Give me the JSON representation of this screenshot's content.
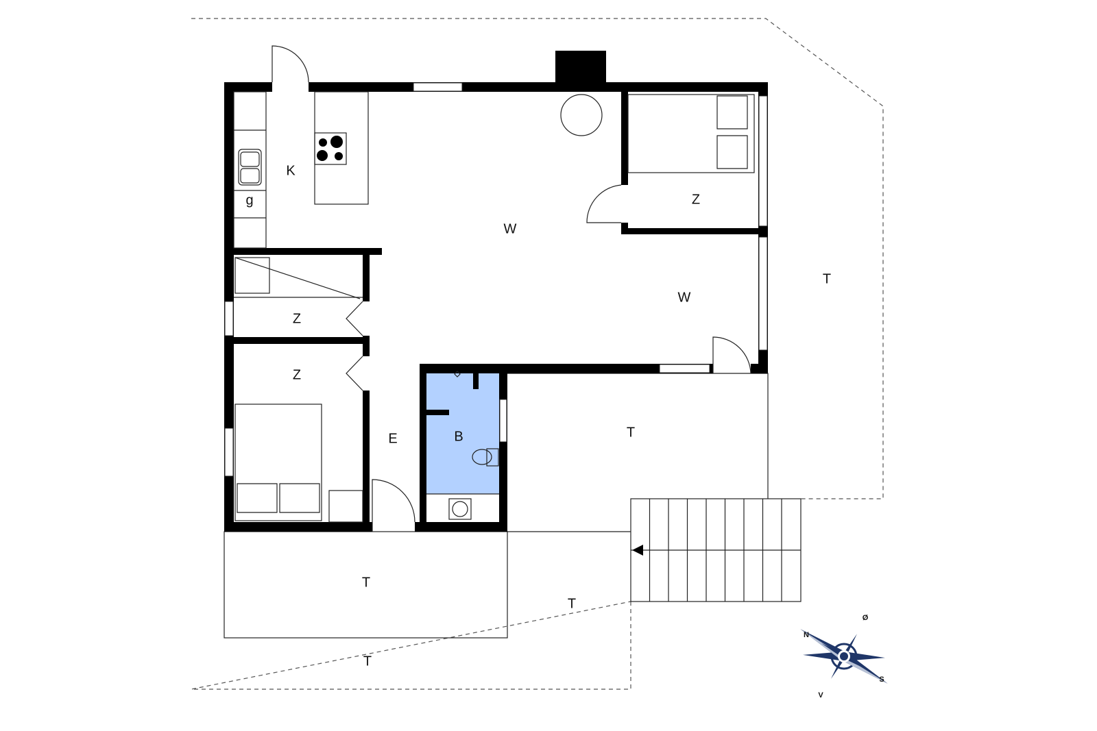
{
  "rooms": {
    "kitchen": "K",
    "storage": "g",
    "living_1": "W",
    "living_2": "W",
    "bedroom_ne": "Z",
    "bedroom_small": "Z",
    "bedroom_sw": "Z",
    "entrance": "E",
    "bathroom": "B",
    "terrace_east": "T",
    "terrace_center": "T",
    "terrace_south": "T",
    "terrace_south_mid": "T",
    "terrace_bottom": "T"
  },
  "compass": {
    "north": "N",
    "east": "Ø",
    "south": "S",
    "west": "V"
  },
  "colors": {
    "bathroom": "#b3d1ff",
    "compass": "#1f3668",
    "wall": "#000000"
  }
}
